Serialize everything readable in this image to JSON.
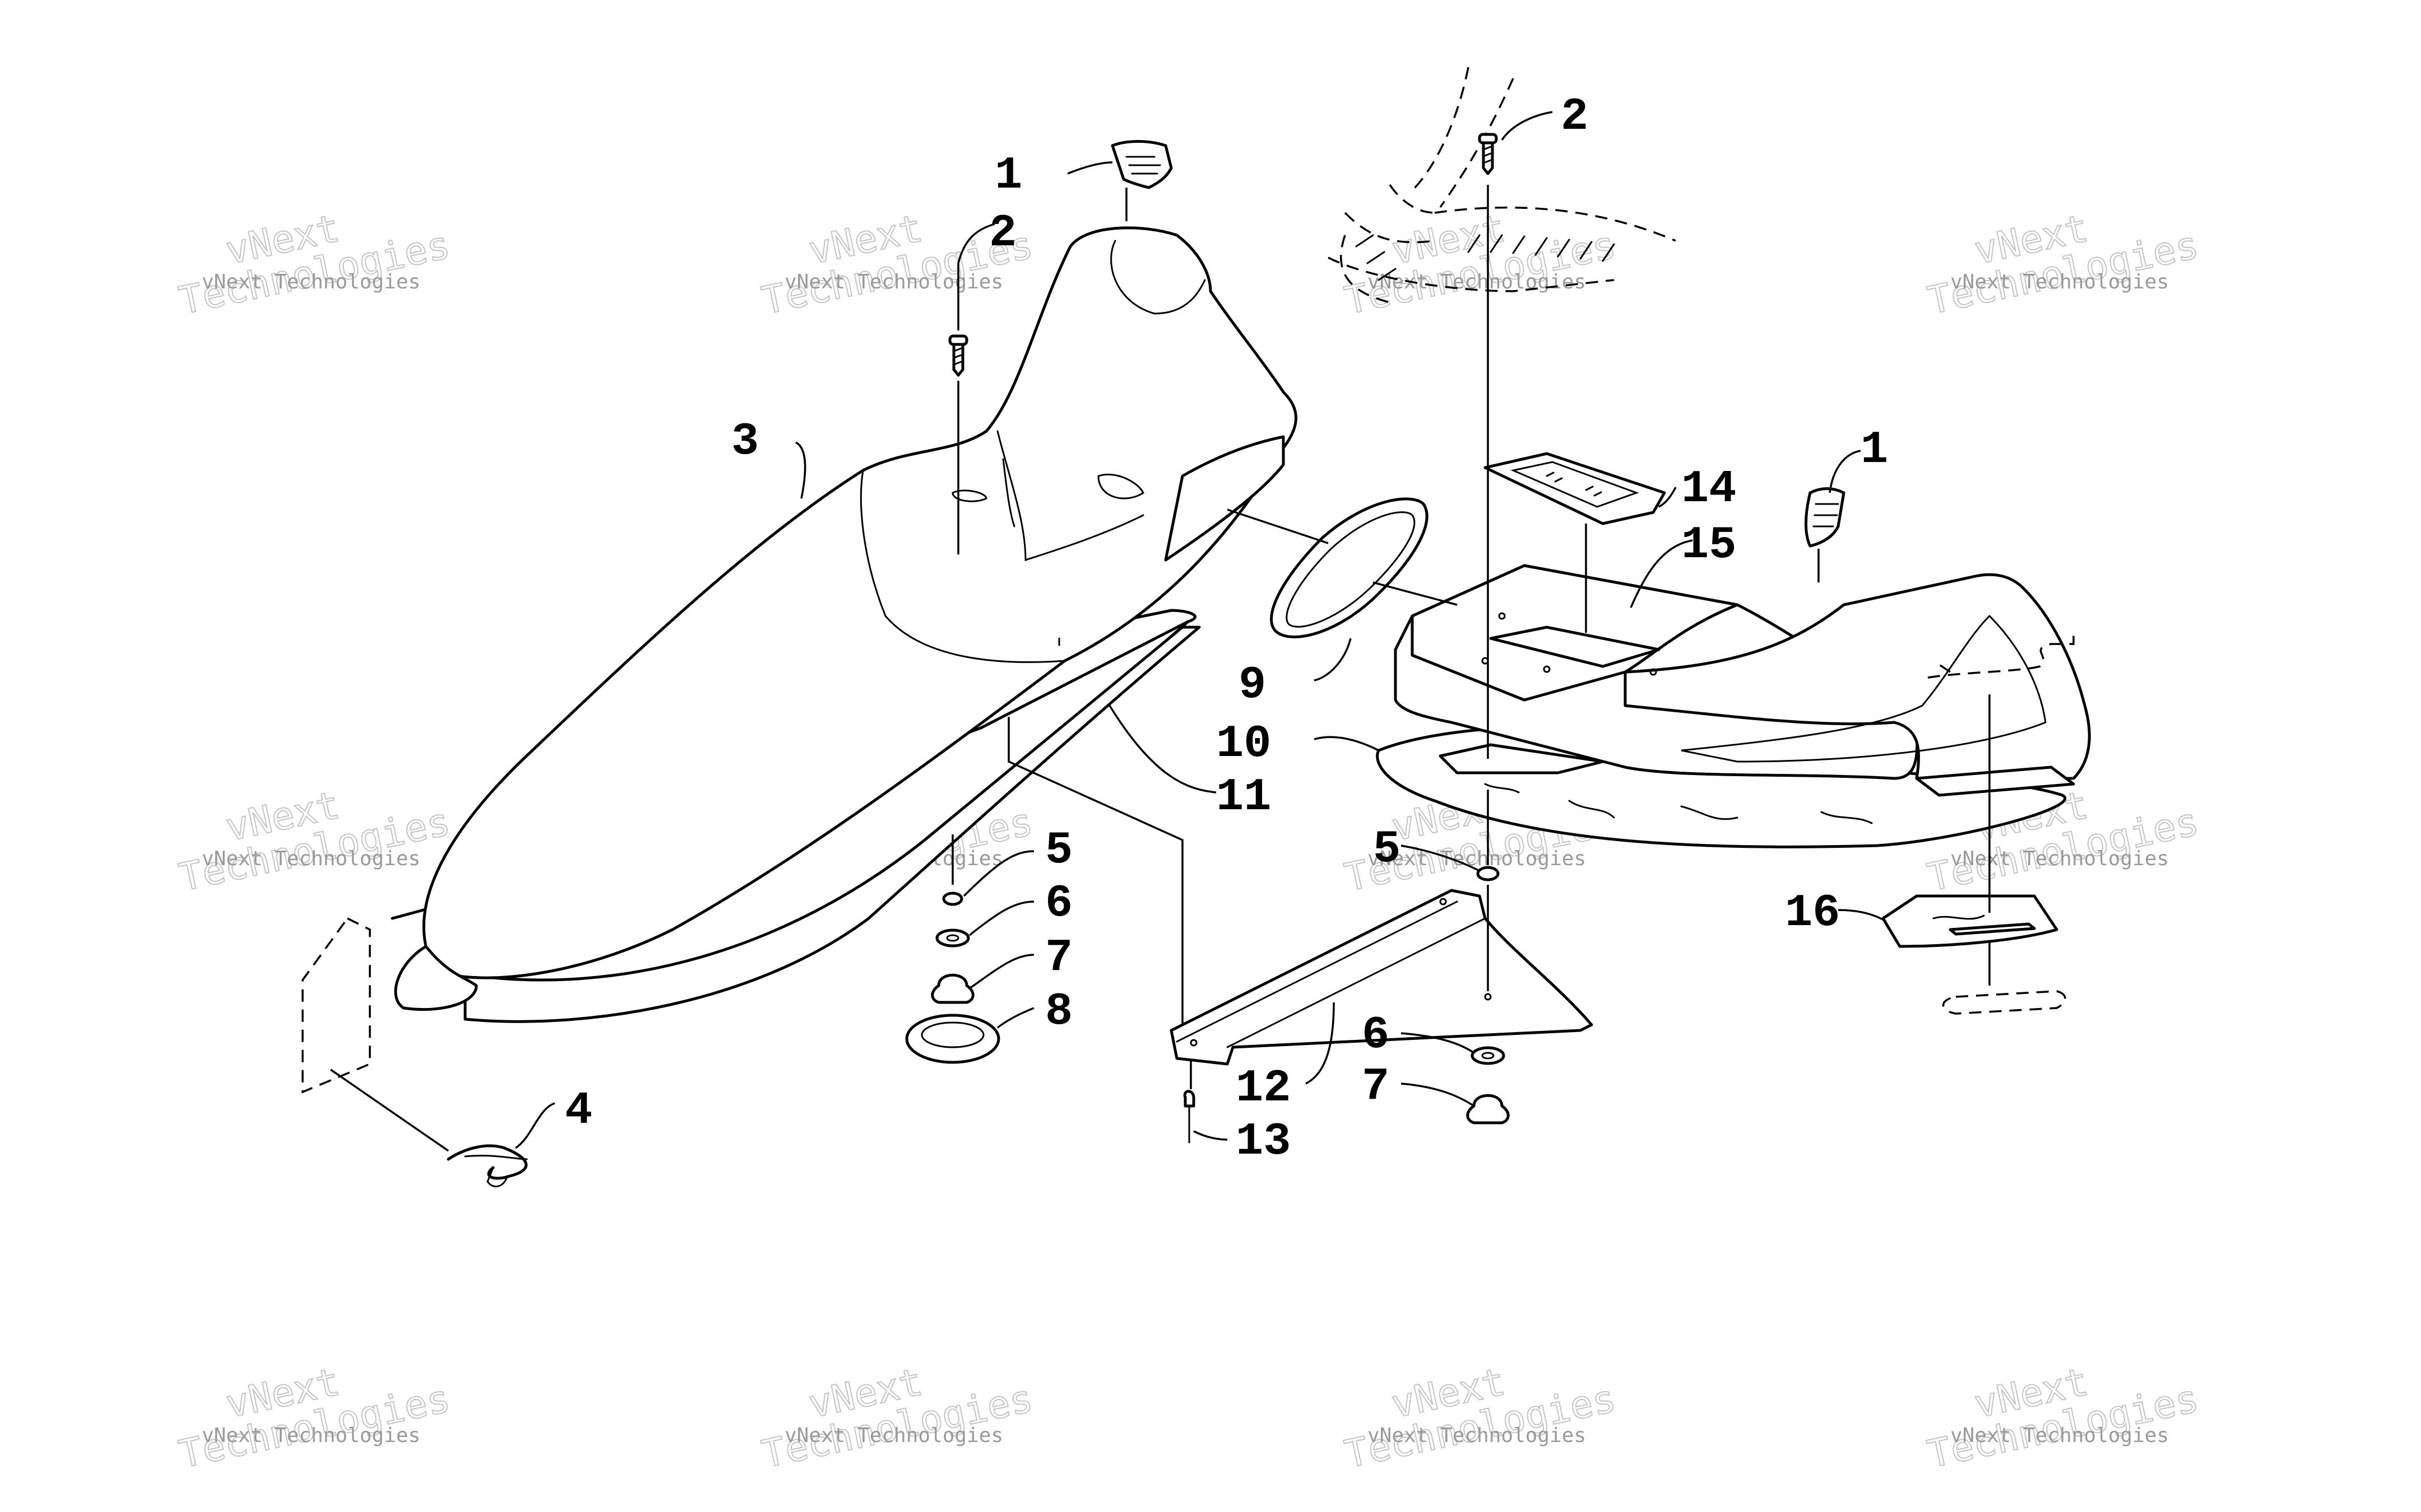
{
  "watermark": {
    "line1": "vNext Technologies",
    "line2": "vNext",
    "line3": "Technologies"
  },
  "callouts": [
    {
      "id": "1a",
      "text": "1"
    },
    {
      "id": "2a",
      "text": "2"
    },
    {
      "id": "3",
      "text": "3"
    },
    {
      "id": "4",
      "text": "4"
    },
    {
      "id": "5a",
      "text": "5"
    },
    {
      "id": "6a",
      "text": "6"
    },
    {
      "id": "7a",
      "text": "7"
    },
    {
      "id": "8",
      "text": "8"
    },
    {
      "id": "9",
      "text": "9"
    },
    {
      "id": "10",
      "text": "10"
    },
    {
      "id": "11",
      "text": "11"
    },
    {
      "id": "12",
      "text": "12"
    },
    {
      "id": "13",
      "text": "13"
    },
    {
      "id": "2b",
      "text": "2"
    },
    {
      "id": "14",
      "text": "14"
    },
    {
      "id": "15",
      "text": "15"
    },
    {
      "id": "1b",
      "text": "1"
    },
    {
      "id": "5b",
      "text": "5"
    },
    {
      "id": "6b",
      "text": "6"
    },
    {
      "id": "7b",
      "text": "7"
    },
    {
      "id": "16",
      "text": "16"
    }
  ]
}
